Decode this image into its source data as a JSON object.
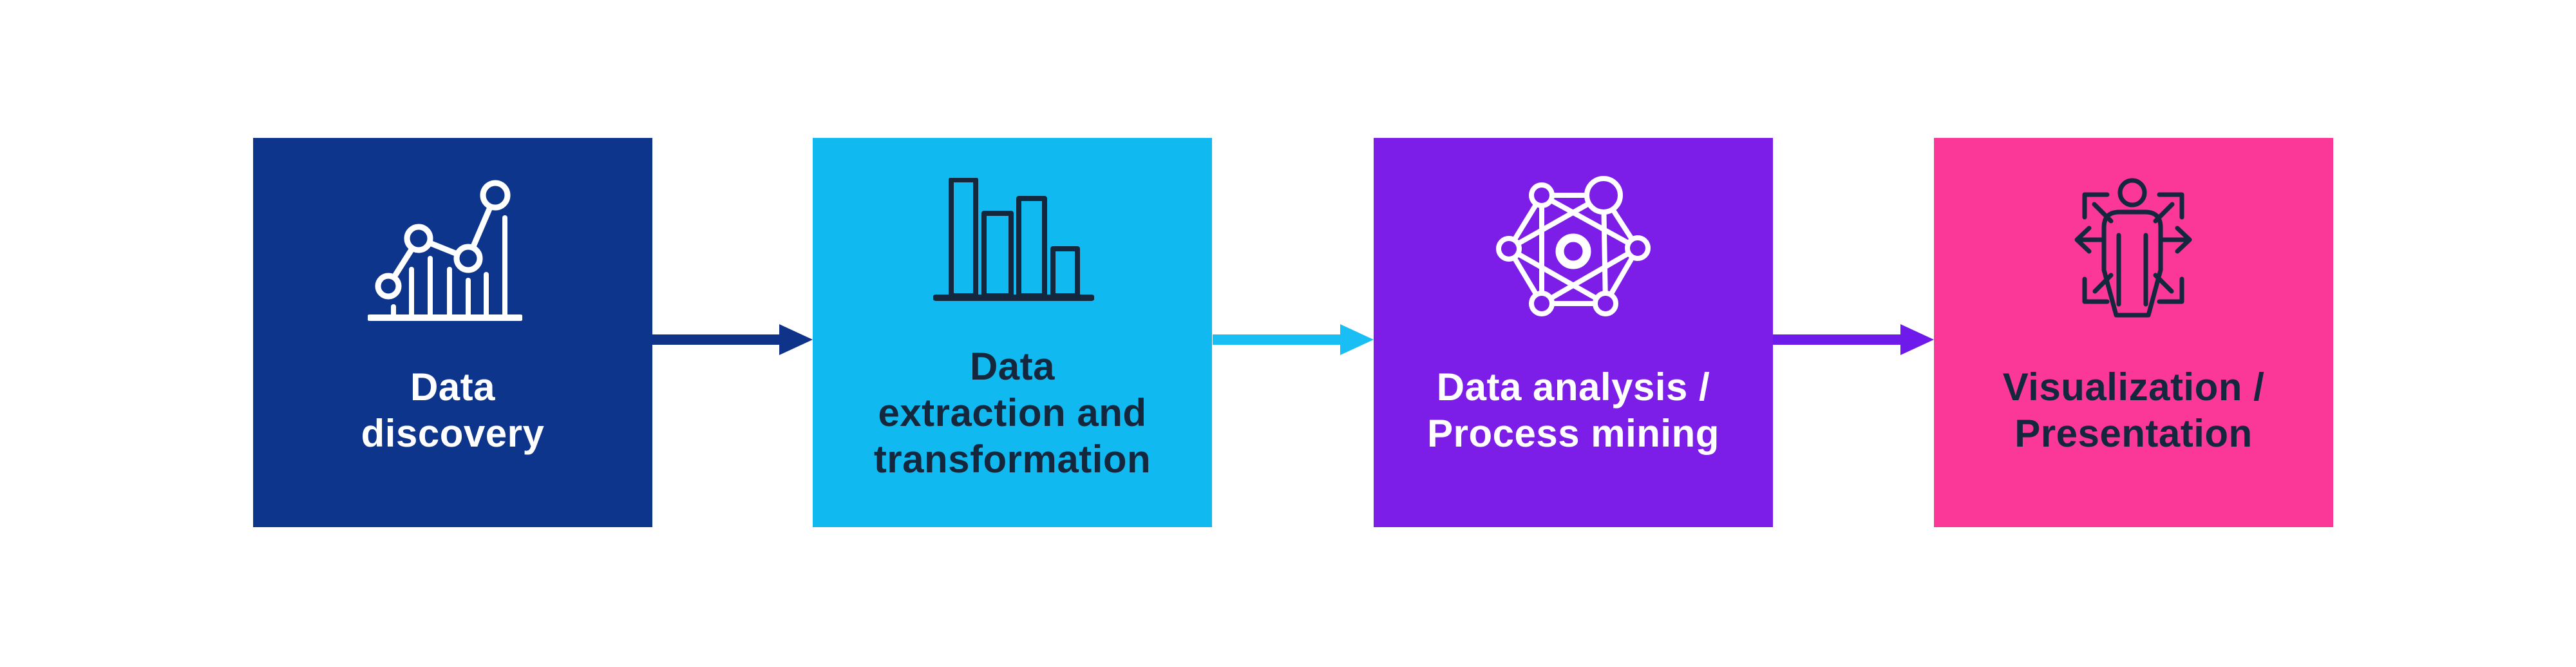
{
  "page": {
    "background": "#FFFFFF"
  },
  "flow": {
    "steps": [
      {
        "id": "data-discovery",
        "label_lines": [
          "Data",
          "discovery"
        ],
        "box_color": "#0E358C",
        "text_color": "#FFFFFF",
        "icon": "line-chart-with-nodes-icon",
        "icon_color": "#FFFFFF"
      },
      {
        "id": "data-extraction-transformation",
        "label_lines": [
          "Data",
          "extraction and",
          "transformation"
        ],
        "box_color": "#10B9EF",
        "text_color": "#14273D",
        "icon": "bar-chart-icon",
        "icon_color": "#14273D"
      },
      {
        "id": "data-analysis-process-mining",
        "label_lines": [
          "Data analysis /",
          "Process mining"
        ],
        "box_color": "#7C1EE8",
        "text_color": "#FFFFFF",
        "icon": "network-graph-icon",
        "icon_color": "#FFFFFF"
      },
      {
        "id": "visualization-presentation",
        "label_lines": [
          "Visualization /",
          "Presentation"
        ],
        "box_color": "#FB3797",
        "text_color": "#14273D",
        "icon": "person-expand-arrows-icon",
        "icon_color": "#14273D"
      }
    ],
    "arrows": [
      {
        "color": "#10338A"
      },
      {
        "color": "#19BEF4"
      },
      {
        "color": "#6D1AEA"
      }
    ]
  }
}
